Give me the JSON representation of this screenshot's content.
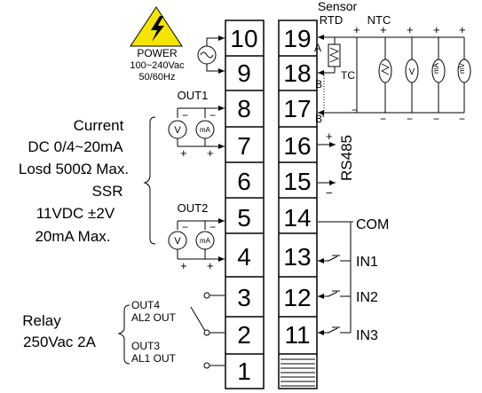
{
  "power": {
    "title": "POWER",
    "line1": "100~240Vac",
    "line2": "50/60Hz"
  },
  "left_terminals": [
    "10",
    "9",
    "8",
    "7",
    "6",
    "5",
    "4",
    "3",
    "2",
    "1"
  ],
  "right_terminals": [
    "19",
    "18",
    "17",
    "16",
    "15",
    "14",
    "13",
    "12",
    "11"
  ],
  "outputs": {
    "out1": "OUT1",
    "out2": "OUT2",
    "current_lines": [
      "Current",
      "DC 0/4~20mA",
      "Losd 500Ω Max.",
      "SSR",
      "11VDC ±2V",
      "20mA Max."
    ],
    "relay_lines": [
      "Relay",
      "250Vac 2A"
    ],
    "out4_lines": [
      "OUT4",
      "AL2 OUT"
    ],
    "out3_lines": [
      "OUT3",
      "AL1 OUT"
    ]
  },
  "sensor": {
    "title": "Sensor",
    "rtd": "RTD",
    "ntc": "NTC",
    "a": "A",
    "b1": "B",
    "b2": "B'",
    "tc": "TC",
    "meter_v": "V",
    "meter_ma": "mA",
    "meter_mv": "mV"
  },
  "comm": {
    "rs485": "RS485",
    "plus": "+",
    "minus": "−"
  },
  "inputs": {
    "com": "COM",
    "in1": "IN1",
    "in2": "IN2",
    "in3": "IN3"
  }
}
